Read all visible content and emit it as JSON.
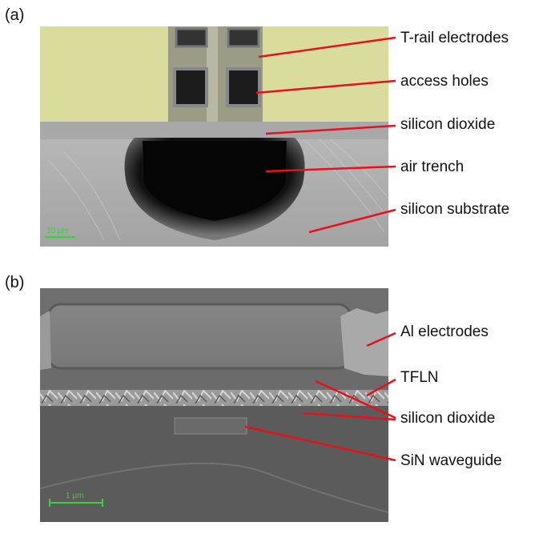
{
  "panel_a": {
    "label": "(a)",
    "scale_bar": "10 μm",
    "annotations": {
      "t_rail": "T-rail electrodes",
      "access_holes": "access holes",
      "silicon_dioxide": "silicon dioxide",
      "air_trench": "air trench",
      "silicon_substrate": "silicon substrate"
    }
  },
  "panel_b": {
    "label": "(b)",
    "scale_bar": "1 μm",
    "annotations": {
      "al_electrodes": "Al electrodes",
      "tfln": "TFLN",
      "silicon_dioxide": "silicon dioxide",
      "sin_waveguide": "SiN waveguide"
    }
  },
  "colors": {
    "annotation_line": "#e8101a",
    "scale_bar": "#3ecf3e",
    "electrode_fill": "#d9dc9c"
  }
}
